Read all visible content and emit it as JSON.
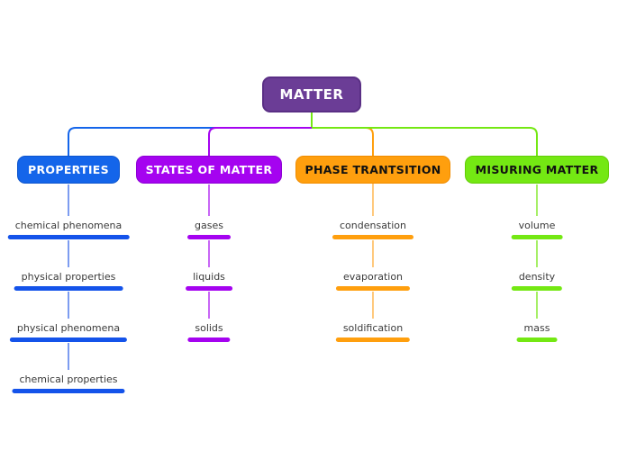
{
  "root": {
    "label": "MATTER",
    "color": "#6b3d96",
    "text_color": "#ffffff"
  },
  "branches": [
    {
      "label": "PROPERTIES",
      "color": "#1465ea",
      "light_line_color": "#7d9cf0",
      "text_color": "#ffffff",
      "items": [
        {
          "label": "chemical phenomena"
        },
        {
          "label": "physical properties"
        },
        {
          "label": "physical phenomena"
        },
        {
          "label": "chemical properties"
        }
      ]
    },
    {
      "label": "STATES OF MATTER",
      "color": "#a503f0",
      "light_line_color": "#c867f5",
      "text_color": "#ffffff",
      "items": [
        {
          "label": "gases"
        },
        {
          "label": "liquids"
        },
        {
          "label": "solids"
        }
      ]
    },
    {
      "label": "PHASE TRANTSITION",
      "color": "#ff9f0e",
      "light_line_color": "#ffc97d",
      "text_color": "#111111",
      "items": [
        {
          "label": "condensation"
        },
        {
          "label": "evaporation"
        },
        {
          "label": "soldification"
        }
      ]
    },
    {
      "label": "MISURING MATTER",
      "color": "#74e813",
      "light_line_color": "#a6ef66",
      "text_color": "#111111",
      "items": [
        {
          "label": "volume"
        },
        {
          "label": "density"
        },
        {
          "label": "mass"
        }
      ]
    }
  ]
}
